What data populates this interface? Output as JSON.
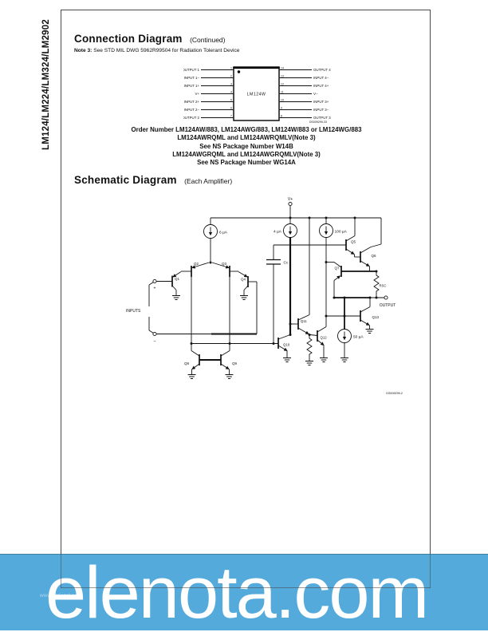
{
  "page": {
    "sidebar_title": "LM124/LM224/LM324/LM2902",
    "watermark_text": "elenota.com",
    "watermark_color": "#55aadc",
    "footer_text": "www.national.com"
  },
  "connection_diagram": {
    "heading": "Connection Diagram",
    "heading_suffix": "(Continued)",
    "note_label": "Note 3:",
    "note_text": "See STD MIL DWG 5962R99504 for Radiation Tolerant Device",
    "chip_label": "LM124W",
    "caption": "DS009299-33",
    "left_pins": [
      {
        "num": "1",
        "label": "OUTPUT 1"
      },
      {
        "num": "2",
        "label": "INPUT 1−"
      },
      {
        "num": "3",
        "label": "INPUT 1+"
      },
      {
        "num": "4",
        "label": "V+"
      },
      {
        "num": "5",
        "label": "INPUT 2+"
      },
      {
        "num": "6",
        "label": "INPUT 2−"
      },
      {
        "num": "7",
        "label": "OUTPUT 2"
      }
    ],
    "right_pins": [
      {
        "num": "14",
        "label": "OUTPUT 4"
      },
      {
        "num": "13",
        "label": "INPUT 4−"
      },
      {
        "num": "12",
        "label": "INPUT 4+"
      },
      {
        "num": "11",
        "label": "V−"
      },
      {
        "num": "10",
        "label": "INPUT 3+"
      },
      {
        "num": "9",
        "label": "INPUT 3−"
      },
      {
        "num": "8",
        "label": "OUTPUT 3"
      }
    ],
    "order_lines": [
      "Order Number LM124AW/883, LM124AWG/883, LM124W/883 or LM124WG/883",
      "LM124AWRQML and LM124AWRQMLV(Note 3)",
      "See NS Package Number W14B",
      "LM124AWGRQML and LM124AWGRQMLV(Note 3)",
      "See NS Package Number WG14A"
    ]
  },
  "schematic": {
    "heading": "Schematic Diagram",
    "heading_suffix": "(Each Amplifier)",
    "caption": "DS009299-2",
    "labels": {
      "vplus": "V+",
      "inputs": "INPUTS",
      "output": "OUTPUT",
      "plus": "+",
      "minus": "−",
      "i6": "6 µA",
      "i4": "4 µA",
      "i100": "100 µA",
      "i50": "50 µA",
      "cc": "Cc",
      "rsc": "RSC",
      "q1": "Q1",
      "q2": "Q2",
      "q3": "Q3",
      "q4": "Q4",
      "q5": "Q5",
      "q6": "Q6",
      "q7": "Q7",
      "q8": "Q8",
      "q9": "Q9",
      "q10": "Q10",
      "q11": "Q11",
      "q12": "Q12",
      "q13": "Q13"
    }
  }
}
